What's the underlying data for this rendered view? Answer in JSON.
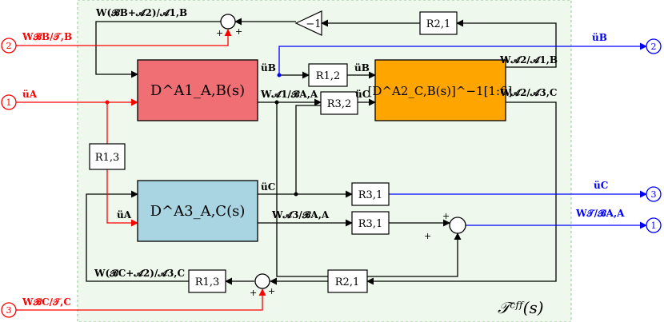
{
  "colors": {
    "background": "#eef8ec",
    "block_a1": "#ef6f74",
    "block_a2": "#ffa500",
    "block_a3": "#a9d4e1",
    "red": "#ff0000",
    "blue": "#0000ff",
    "black": "#000000"
  },
  "frame_label": "𝒯ᶜᶠᶠ(s)",
  "blocks": {
    "a1": "D^A1_A,B(s)",
    "a2": "[D^A2_C,B(s)]^−1[1:6]",
    "a3": "D^A3_A,C(s)"
  },
  "gains": {
    "r21_top": "R2,1",
    "r12": "R1,2",
    "r32": "R3,2",
    "r13_left": "R1,3",
    "r31_a": "R3,1",
    "r31_b": "R3,1",
    "r21_bottom": "R2,1",
    "r13_bottom": "R1,3",
    "minus_one": "−1"
  },
  "ports": {
    "in_2": "2",
    "in_1": "1",
    "in_3": "3",
    "out_2": "2",
    "out_3": "3",
    "out_1": "1"
  },
  "signals": {
    "w_top": "W(𝓑B+𝓐2)/𝓐1,B",
    "w_in2": "W𝓑B/𝒯,B",
    "ua_in": "üA",
    "ub_out": "üB",
    "ub_a1": "üB",
    "ub_a2": "üB",
    "w_a1_ba": "W𝓐1/𝓑A,A",
    "uc_a2": "üC",
    "w_a2_a1b": "W𝓐2/𝓐1,B",
    "w_a2_a3c": "W𝓐2/𝓐3,C",
    "uc_a3": "üC",
    "ua_a3": "üA",
    "w_a3_ba": "W𝓐3/𝓑A,A",
    "uc_out": "üC",
    "w_out1": "W𝒯/𝓑A,A",
    "w_bc_a2": "W(𝓑C+𝓐2)/𝓐3,C",
    "w_in3": "W𝓑C/𝒯,C"
  },
  "signs": {
    "sum1_a": "+",
    "sum1_b": "+",
    "sum2_a": "+",
    "sum2_b": "+",
    "sum3_a": "+",
    "sum3_b": "+"
  }
}
